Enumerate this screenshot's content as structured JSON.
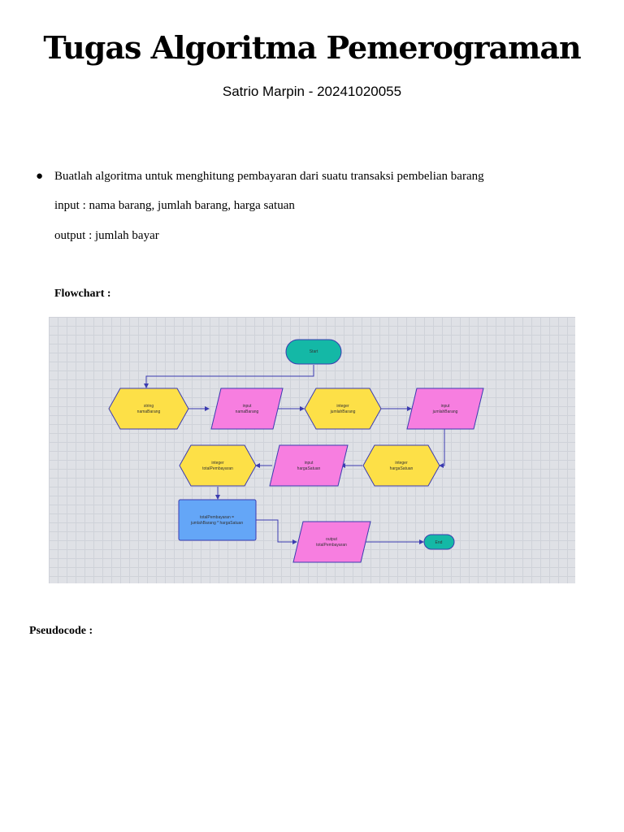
{
  "header": {
    "title": "Tugas Algoritma Pemerograman",
    "subtitle": "Satrio Marpin - 20241020055"
  },
  "task": {
    "bullet": "Buatlah algoritma untuk menghitung pembayaran dari suatu transaksi pembelian barang",
    "input": "input : nama barang, jumlah barang, harga satuan",
    "output": "output : jumlah bayar"
  },
  "flowchart_heading": "Flowchart :",
  "flowchart": {
    "colors": {
      "terminal": "#14b8a6",
      "declare": "#fde047",
      "io": "#f77ee0",
      "process": "#64a6f7",
      "stroke": "#3b3bb0"
    },
    "start": "Start",
    "decl_nama": [
      "string",
      "namaBarang"
    ],
    "input_nama": [
      "input",
      "namaBarang"
    ],
    "decl_jumlah": [
      "integer",
      "jumlahBarang"
    ],
    "input_jumlah": [
      "input",
      "jumlahBarang"
    ],
    "decl_harga": [
      "integer",
      "hargaSatuan"
    ],
    "input_harga": [
      "input",
      "hargaSatuan"
    ],
    "decl_total": [
      "integer",
      "totalPembayaran"
    ],
    "process": [
      "totalPembayaran =",
      "jumlahBarang * hargaSatuan"
    ],
    "output": [
      "output",
      "totalPembayaran"
    ],
    "end": "End"
  },
  "pseudocode_heading": "Pseudocode :"
}
